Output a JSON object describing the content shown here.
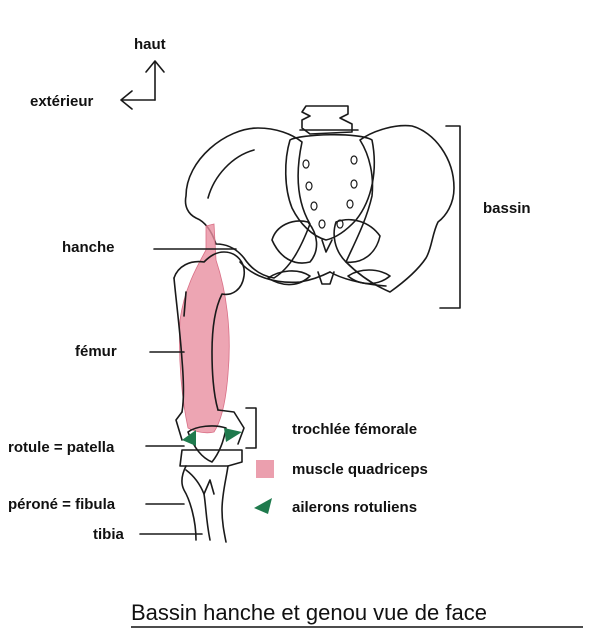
{
  "orientation": {
    "up": "haut",
    "outside": "extérieur"
  },
  "labels": {
    "bassin": "bassin",
    "hanche": "hanche",
    "femur": "fémur",
    "rotule": "rotule = patella",
    "perone": "péroné = fibula",
    "tibia": "tibia",
    "trochlee": "trochlée fémorale"
  },
  "legend": [
    {
      "label": "muscle quadriceps",
      "color": "#e88ea0",
      "icon": "pink-square-swatch"
    },
    {
      "label": "ailerons rotuliens",
      "color": "#1f7a4d",
      "icon": "green-leaf-swatch"
    }
  ],
  "caption": "Bassin hanche et genou vue de face"
}
